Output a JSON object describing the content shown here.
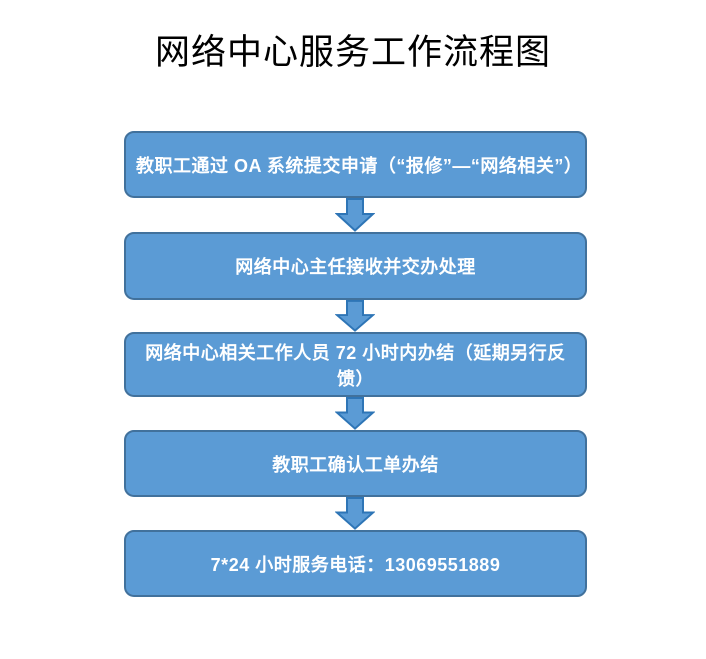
{
  "title": "网络中心服务工作流程图",
  "colors": {
    "background": "#ffffff",
    "title_text": "#000000",
    "box_fill": "#5b9bd5",
    "box_border": "#41719c",
    "box_text": "#ffffff",
    "arrow_fill": "#5b9bd5",
    "arrow_border": "#2e75b6"
  },
  "flow": {
    "steps": [
      {
        "label": "教职工通过 OA 系统提交申请（“报修”—“网络相关”）"
      },
      {
        "label": "网络中心主任接收并交办处理"
      },
      {
        "label": "网络中心相关工作人员 72 小时内办结（延期另行反馈）"
      },
      {
        "label": "教职工确认工单办结"
      },
      {
        "label": "7*24 小时服务电话：13069551889"
      }
    ]
  }
}
